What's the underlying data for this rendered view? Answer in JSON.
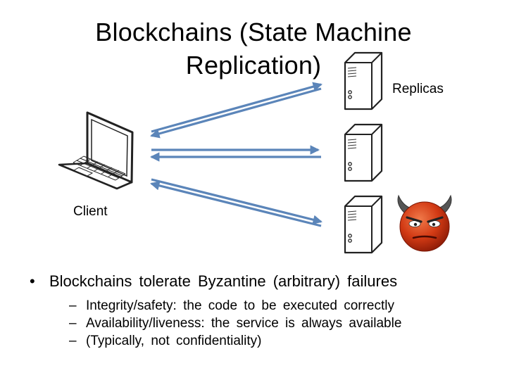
{
  "slide": {
    "title_line1": "Blockchains (State Machine",
    "title_line2": "Replication)",
    "replicas_label": "Replicas",
    "client_label": "Client"
  },
  "icons": {
    "client": "laptop-icon",
    "replicas": [
      "server-icon",
      "server-icon",
      "server-icon"
    ],
    "faulty_replica_marker": "devil-face-icon"
  },
  "colors": {
    "arrow": "#5B85B9",
    "devil_face": "#D23A14",
    "horns": "#555555"
  },
  "bullets": {
    "main": "Blockchains tolerate Byzantine (arbitrary) failures",
    "sub": [
      "Integrity/safety: the code to be executed correctly",
      "Availability/liveness: the service is always available",
      "(Typically, not confidentiality)"
    ]
  }
}
